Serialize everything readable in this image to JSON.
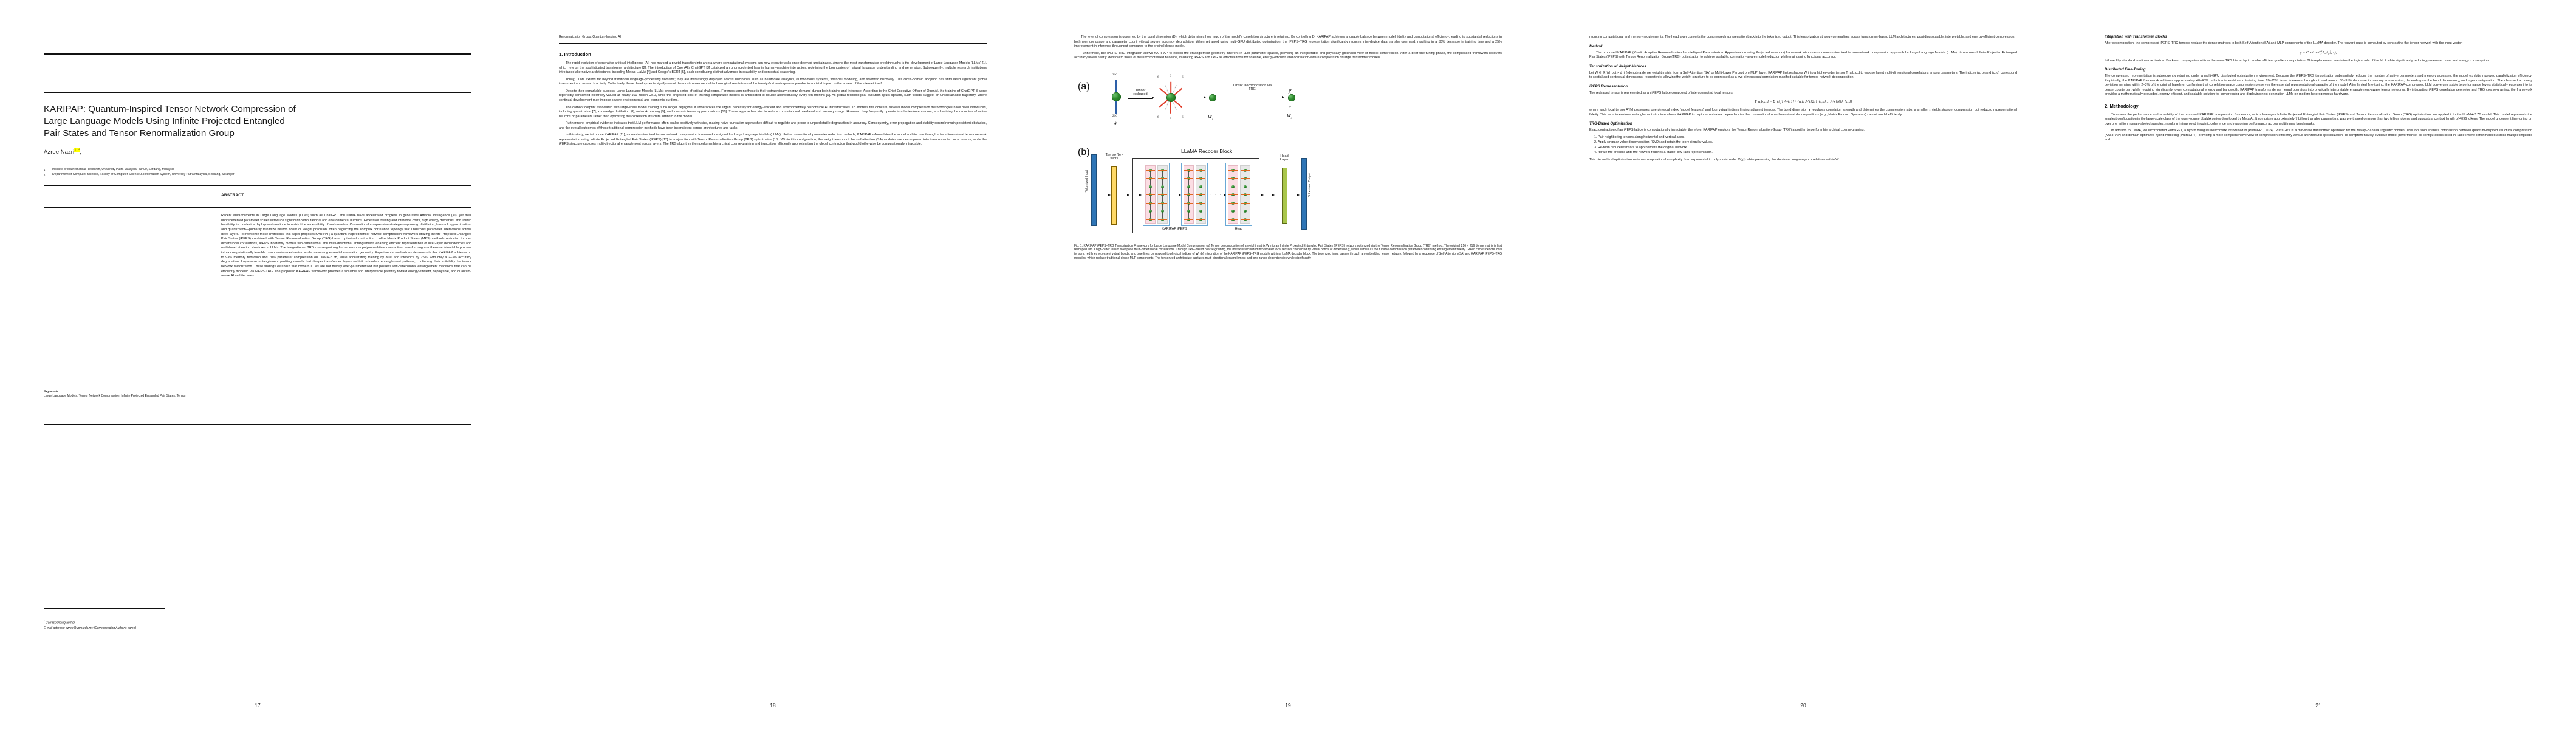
{
  "document": {
    "title": "KARIPAP: Quantum-Inspired Tensor Network Compression of Large Language Models Using Infinite Projected Entangled Pair States and Tensor Renormalization Group"
  },
  "page1": {
    "title_line1": "KARIPAP: Quantum-Inspired Tensor Network Compression of",
    "title_line2": "Large Language Models Using Infinite Projected Entangled",
    "title_line3": "Pair States and Tensor Renormalization Group",
    "author": "Azree Nazri",
    "author_sup": "1, *",
    "author_trail": ",",
    "affiliation_1_num": "1",
    "affiliation_1": "Institute of Mathematical Research, University Putra Malaysia, 43400, Serdang, Malaysia",
    "affiliation_2_num": "2",
    "affiliation_2": "Department of Computer Science, Faculty of Computer Science & Information System, University Putra Malaysia, Serdang, Selangor",
    "abstract_label": "ABSTRACT",
    "abstract": "Recent advancements in Large Language Models (LLMs) such as ChatGPT and LlaMA have accelerated progress in generative Artificial Intelligence (AI), yet their unprecedented parameter scales introduce significant computational and environmental burdens. Excessive training and inference costs, high energy demands, and limited feasibility for on-device deployment continue to restrict the accessibility of such models. Conventional compression strategies—pruning, distillation, low-rank approximation, and quantization—primarily minimize neuron count or weight precision, often neglecting the complex correlation topology that underpins parameter interactions across deep layers. To overcome these limitations, this paper proposes KARIPAP, a quantum-inspired tensor network compression framework utilizing Infinite Projected Entangled Pair States (iPEPS) combined with Tensor Renormalization Group (TRG)-based optimized contraction. Unlike Matrix Product States (MPS) methods restricted to one-dimensional correlations, iPEPS inherently models two-dimensional and multi-directional entanglement, enabling efficient representation of inter-layer dependencies and multi-head attention structures in LLMs. The integration of TRG coarse-graining further ensures polynomial-time contraction, transforming an otherwise intractable process into a computationally feasible compression mechanism while preserving essential correlation geometry. Experimental evaluations demonstrate that KARIPAP achieves up to 93% memory reduction and 70% parameter compression on LlaMA-2 7B, while accelerating training by 30% and inference by 25%, with only a 2–3% accuracy degradation. Layer-wise entanglement profiling reveals that deeper transformer layers exhibit redundant entanglement patterns, confirming their suitability for tensor network factorization. These findings establish that modern LLMs are not merely over-parameterized but possess low-dimensional entanglement manifolds that can be efficiently modeled via iPEPS-TRG. The proposed KARIPAP framework provides a scalable and interpretable pathway toward energy-efficient, deployable, and quantum-aware AI architectures.",
    "keywords_label": "Keywords:",
    "keywords": "Large Language Models; Tensor Network Compression; Infinite Projected Entangled Pair States; Tensor",
    "footnote_star": "*",
    "footnote_line1": "Corresponding author.",
    "footnote_line2": "E-mail address: azree@upm.edu.my (Corresponding Author's name)",
    "page_number": "17"
  },
  "page2": {
    "keywords_continued": "Renormalization Group; Quantum-Inspired AI",
    "section_heading": "1. Introduction",
    "paragraphs": [
      "The rapid evolution of generative artificial intelligence (AI) has marked a pivotal transition into an era where computational systems can now execute tasks once deemed unattainable. Among the most transformative breakthroughs is the development of Large Language Models (LLMs) [1], which rely on the sophisticated transformer architecture [2]. The introduction of OpenAI's ChatGPT [3] catalyzed an unprecedented leap in human–machine interaction, redefining the boundaries of natural language understanding and generation. Subsequently, multiple research institutions introduced alternative architectures, including Meta's LlaMA [4] and Google's BERT [5], each contributing distinct advances in scalability and contextual reasoning.",
      "Today, LLMs extend far beyond traditional language-processing domains; they are increasingly deployed across disciplines such as healthcare analytics, autonomous systems, financial modeling, and scientific discovery. This cross-domain adoption has stimulated significant global investment and research activity. Collectively, these developments signify one of the most consequential technological revolutions of the twenty-first century—comparable in societal impact to the advent of the internet itself.",
      "Despite their remarkable success, Large Language Models (LLMs) present a series of critical challenges. Foremost among these is their extraordinary energy demand during both training and inference. According to the Chief Executive Officer of OpenAI, the training of ChatGPT-3 alone reportedly consumed electricity valued at nearly 100 million USD, while the projected cost of training comparable models is anticipated to double approximately every ten months [6]. As global technological evolution spurs upward, such trends suggest an unsustainable trajectory, where continual development may impose severe environmental and economic burdens.",
      "The carbon footprint associated with large-scale model training is no longer negligible; it underscores the urgent necessity for energy-efficient and environmentally responsible AI infrastructures. To address this concern, several model compression methodologies have been introduced, including quantization [7], knowledge distillation [8], network pruning [9], and low-rank tensor approximations [10]. These approaches aim to reduce computational overhead and memory usage. However, they frequently operate in a brute-force manner, emphasizing the reduction of active neurons or parameters rather than optimizing the correlation structure intrinsic to the model.",
      "Furthermore, empirical evidence indicates that LLM performance often scales positively with size, making naive truncation approaches difficult to regulate and prone to unpredictable degradation in accuracy. Consequently, error propagation and stability control remain persistent obstacles, and the overall outcomes of these traditional compression methods have been inconsistent across architectures and tasks.",
      "In this study, we introduce KARIPAP [11], a quantum-inspired tensor network compression framework designed for Large Language Models (LLMs). Unlike conventional parameter reduction methods, KARIPAP reformulates the model architecture through a two-dimensional tensor network representation using Infinite Projected Entangled Pair States (iPEPS) [12] in conjunction with Tensor Renormalization Group (TRG) optimization [13]. Within this configuration, the weight tensors of the self-attention (SA) modules are decomposed into interconnected local tensors, while the iPEPS structure captures multi-directional entanglement across layers. The TRG algorithm then performs hierarchical coarse-graining and truncation, efficiently approximating the global contraction that would otherwise be computationally intractable."
    ],
    "page_number": "18"
  },
  "page3": {
    "paragraphs": [
      "The level of compression is governed by the bond dimension (D), which determines how much of the model's correlation structure is retained. By controlling D, KARIPAP achieves a tunable balance between model fidelity and computational efficiency, leading to substantial reductions in both memory usage and parameter count without severe accuracy degradation. When retrained using multi-GPU distributed optimization, the iPEPS–TRG representation significantly reduces inter-device data transfer overhead, resulting in a 50% decrease in training time and a 25% improvement in inference throughput compared to the original dense model.",
      "Furthermore, the iPEPS–TRG integration allows KARIPAP to exploit the entanglement geometry inherent in LLM parameter spaces, providing an interpretable and physically grounded view of model compression. After a brief fine-tuning phase, the compressed framework recovers accuracy levels nearly identical to those of the uncompressed baseline, validating iPEPS and TRG as effective tools for scalable, energy-efficient, and correlation-aware compression of large transformer models."
    ],
    "figure": {
      "panel_a_label": "(a)",
      "panel_b_label": "(b)",
      "a_dim_top": "216",
      "a_dim_bottom": "216",
      "a_w_label": "W",
      "a_arrow1_line1": "Tensor",
      "a_arrow1_line2": "reshaped",
      "a_bond_labels_top": [
        "6",
        "6",
        "6"
      ],
      "a_bond_labels_bottom": [
        "6",
        "6",
        "6"
      ],
      "a_w1_label": "W",
      "a_w1_sub": "1",
      "a_arrow2_line1": "Tensor Decomposition via",
      "a_arrow2_line2": "TRG",
      "a_chi_symbol": "χ",
      "a_x_label": "x",
      "a_w3_label": "W",
      "a_w3_sub": "3",
      "b_input_label": "Tokenized Input",
      "b_tn_label_line1": "Tsenso Ne -",
      "b_tn_label_line2": "twork",
      "b_block_title": "LLaMA Recoder Block",
      "b_ipeps_label": "KARIPAP  iPEPS",
      "b_head_label": "Head",
      "b_head_layer_line1": "Head",
      "b_head_layer_line2": "Layer",
      "b_output_label": "Tokenized Output",
      "b_dots": "· · ·"
    },
    "caption": "Fig. 1. KARIPAP iPEPS–TRG Tensorization Framework for Large Language Model Compression. (a) Tensor decomposition of a weight matrix W into an Infinite Projected Entangled Pair States (iPEPS) network optimized via the Tensor Renormalization Group (TRG) method. The original 216 × 216 dense matrix is first reshaped into a high-order tensor to expose multi-dimensional correlations. Through TRG-based coarse-graining, the matrix is factorized into smaller local tensors connected by virtual bonds of dimension χ, which serves as the tunable compression parameter controlling entanglement fidelity. Green circles denote local tensors, red lines represent virtual bonds, and blue lines correspond to physical indices of W. (b) Integration of the KARIPAP iPEPS–TRG module within a LlaMA decoder block. The tokenized input passes through an embedding tensor network, followed by a sequence of Self-Attention (SA) and KARIPAP iPEPS–TRG modules, which replace traditional dense MLP components. The tensorized architecture captures multi-directional entanglement and long-range dependencies while significantly",
    "page_number": "19"
  },
  "page4": {
    "intro_tail": "reducing computational and memory requirements. The head layer converts the compressed representation back into the tokenized output. This tensorization strategy generalizes across transformer-based LLM architectures, providing scalable, interpretable, and energy-efficient compression.",
    "method_heading": "Method",
    "method_paragraph": "The proposed KARIPAP (Kinetic Adaptive Renormalization for Intelligent Parameterized Approximation using Projected networks) framework introduces a quantum-inspired tensor-network compression approach for Large Language Models (LLMs). It combines Infinite Projected Entangled Pair States (iPEPS) with Tensor Renormalization Group (TRG) optimization to achieve scalable, correlation-aware model reduction while maintaining functional accuracy.",
    "sub1_heading": "Tensorization of Weight Matrices",
    "sub1_paragraph": "Let W ∈ ℝ^(d_out × d_in) denote a dense weight matrix from a Self-Attention (SA) or Multi-Layer Perceptron (MLP) layer. KARIPAP first reshapes W into a higher-order tensor T_a,b,c,d to expose latent multi-dimensional correlations among parameters. The indices (a, b) and (c, d) correspond to spatial and contextual dimensions, respectively, allowing the weight structure to be expressed as a two-dimensional correlation manifold suitable for tensor-network decomposition.",
    "sub2_heading": "iPEPS Representation",
    "sub2_paragraph": "The reshaped tensor is represented as an iPEPS lattice composed of interconnected local tensors:",
    "equation1": "T_a,b,c,d  =  Σ_{i,j}  A^{[1]}_{a,i} A^{[2]}_{i,b} ... A^{[N]}_{c,d}",
    "sub2_paragraph2": "where each local tensor A^[k] possesses one physical index (model features) and four virtual indices linking adjacent tensors. The bond dimension χ regulates correlation strength and determines the compression ratio; a smaller χ yields stronger compression but reduced representational fidelity. This two-dimensional entanglement structure allows KARIPAP to capture contextual dependencies that conventional one-dimensional decompositions (e.g., Matrix Product Operators) cannot model efficiently.",
    "sub3_heading": "TRG-Based Optimization",
    "sub3_paragraph": "Exact contraction of an iPEPS lattice is computationally intractable; therefore, KARIPAP employs the Tensor Renormalization Group (TRG) algorithm to perform hierarchical coarse-graining:",
    "steps": [
      "Pair neighboring tensors along horizontal and vertical axes.",
      "Apply singular-value decomposition (SVD) and retain the top χ singular values.",
      "Re-form reduced tensors to approximate the original network.",
      "Iterate the process until the network reaches a stable, low-rank representation."
    ],
    "sub3_paragraph2": "This hierarchical optimization reduces computational complexity from exponential to polynomial order O(χ⁶) while preserving the dominant long-range correlations within W.",
    "page_number": "20"
  },
  "page5": {
    "sub1_heading": "Integration with Transformer Blocks",
    "para1": "After decomposition, the compressed iPEPS–TRG tensors replace the dense matrices in both Self-Attention (SA) and MLP components of the LLaMA decoder. The forward pass is computed by contracting the tensor network with the input vector:",
    "equation1": "y = Contract({A_i,j}, x),",
    "para2": "followed by standard nonlinear activation. Backward propagation utilizes the same TRG hierarchy to enable efficient gradient computation. This replacement maintains the logical role of the MLP while significantly reducing parameter count and energy consumption.",
    "sub2_heading": "Distributed Fine-Tuning",
    "para3": "The compressed representation is subsequently retrained under a multi-GPU distributed optimization environment. Because the iPEPS–TRG tensorization substantially reduces the number of active parameters and memory accesses, the model exhibits improved parallelization efficiency. Empirically, the KARIPAP framework achieves approximately 40–48% reduction in end-to-end training time, 20–25% faster inference throughput, and around 88–91% decrease in memory consumption, depending on the bond dimension χ and layer configuration. The observed accuracy deviation remains within 2–3% of the original baseline, confirming that correlation-space compression preserves the essential representational capacity of the model. After limited fine-tuning, the KARIPAP-compressed LLM converges stably to performance levels statistically equivalent to its dense counterpart while requiring significantly lower computational energy and bandwidth. KARIPAP transforms dense neural operators into physically interpretable entanglement-aware tensor networks. By integrating iPEPS correlation geometry and TRG coarse-graining, the framework provides a mathematically grounded, energy-efficient, and scalable solution for compressing and deploying next-generation LLMs on modern heterogeneous hardware.",
    "section_heading": "2. Methodology",
    "para4": "To assess the performance and scalability of the proposed KARIPAP compression framework, which leverages Infinite Projected Entangled Pair States (iPEPS) and Tensor Renormalization Group (TRG) optimization, we applied it to the LLaMA-2 7B model. This model represents the smallest configuration in the large-scale class of the open-source LLaMA series developed by Meta AI. It comprises approximately 7 billion trainable parameters, was pre-trained on more than two trillion tokens, and supports a context length of 4096 tokens. The model underwent fine-tuning on over one million human-labeled samples, resulting in improved linguistic coherence and reasoning performance across multilingual benchmarks.",
    "para5": "In addition to LlaMA, we incorporated PutraGPT, a hybrid bilingual benchmark introduced in [PutraGPT, 2024]. PutraGPT is a mid-scale transformer optimized for the Malay–Bahasa linguistic domain. This inclusion enables comparison between quantum-inspired structural compression (KARIPAP) and domain-optimized hybrid modeling (PutraGPT), providing a more comprehensive view of compression efficiency versus architectural specialization. To comprehensively evaluate model performance, all configurations listed in Table I were benchmarked across multiple linguistic and",
    "page_number": "21"
  }
}
